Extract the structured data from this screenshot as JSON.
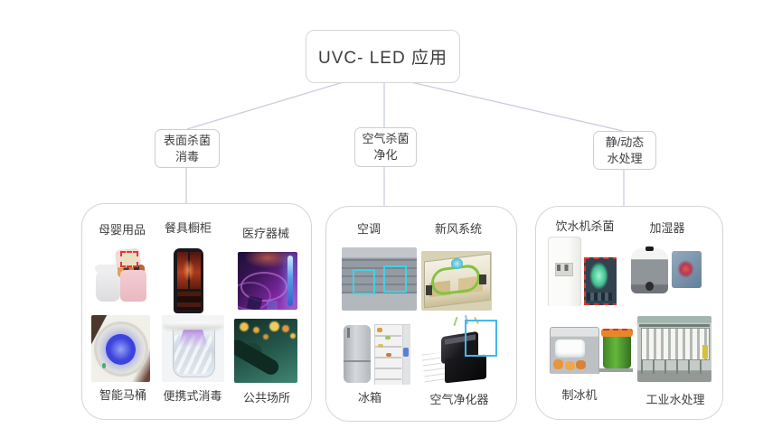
{
  "root": {
    "label": "UVC- LED 应用"
  },
  "branches": [
    {
      "line1": "表面杀菌",
      "line2": "消毒",
      "items": [
        {
          "label": "母婴用品",
          "image": "baby-products"
        },
        {
          "label": "餐具橱柜",
          "image": "tableware-cabinet"
        },
        {
          "label": "医疗器械",
          "image": "medical-equipment"
        },
        {
          "label": "智能马桶",
          "image": "smart-toilet"
        },
        {
          "label": "便携式消毒",
          "image": "portable-disinfection"
        },
        {
          "label": "公共场所",
          "image": "public-places"
        }
      ]
    },
    {
      "line1": "空气杀菌",
      "line2": "净化",
      "items": [
        {
          "label": "空调",
          "image": "air-conditioner"
        },
        {
          "label": "新风系统",
          "image": "fresh-air-system"
        },
        {
          "label": "冰箱",
          "image": "refrigerator"
        },
        {
          "label": "空气净化器",
          "image": "air-purifier"
        }
      ]
    },
    {
      "line1": "静/动态",
      "line2": "水处理",
      "items": [
        {
          "label": "饮水机杀菌",
          "image": "water-dispenser-sterilization"
        },
        {
          "label": "加湿器",
          "image": "humidifier"
        },
        {
          "label": "制冰机",
          "image": "ice-maker"
        },
        {
          "label": "工业水处理",
          "image": "industrial-water-treatment"
        }
      ]
    }
  ],
  "colors": {
    "connector_line": "#c8cede",
    "box_border": "#d7d7d7",
    "text": "#3d3d3d",
    "highlight_cyan": "#3ed2e8",
    "highlight_red_dashed": "#e03a30",
    "uv_glow_green": "#a0f5d2",
    "uv_glow_blue": "#3c44dd"
  }
}
